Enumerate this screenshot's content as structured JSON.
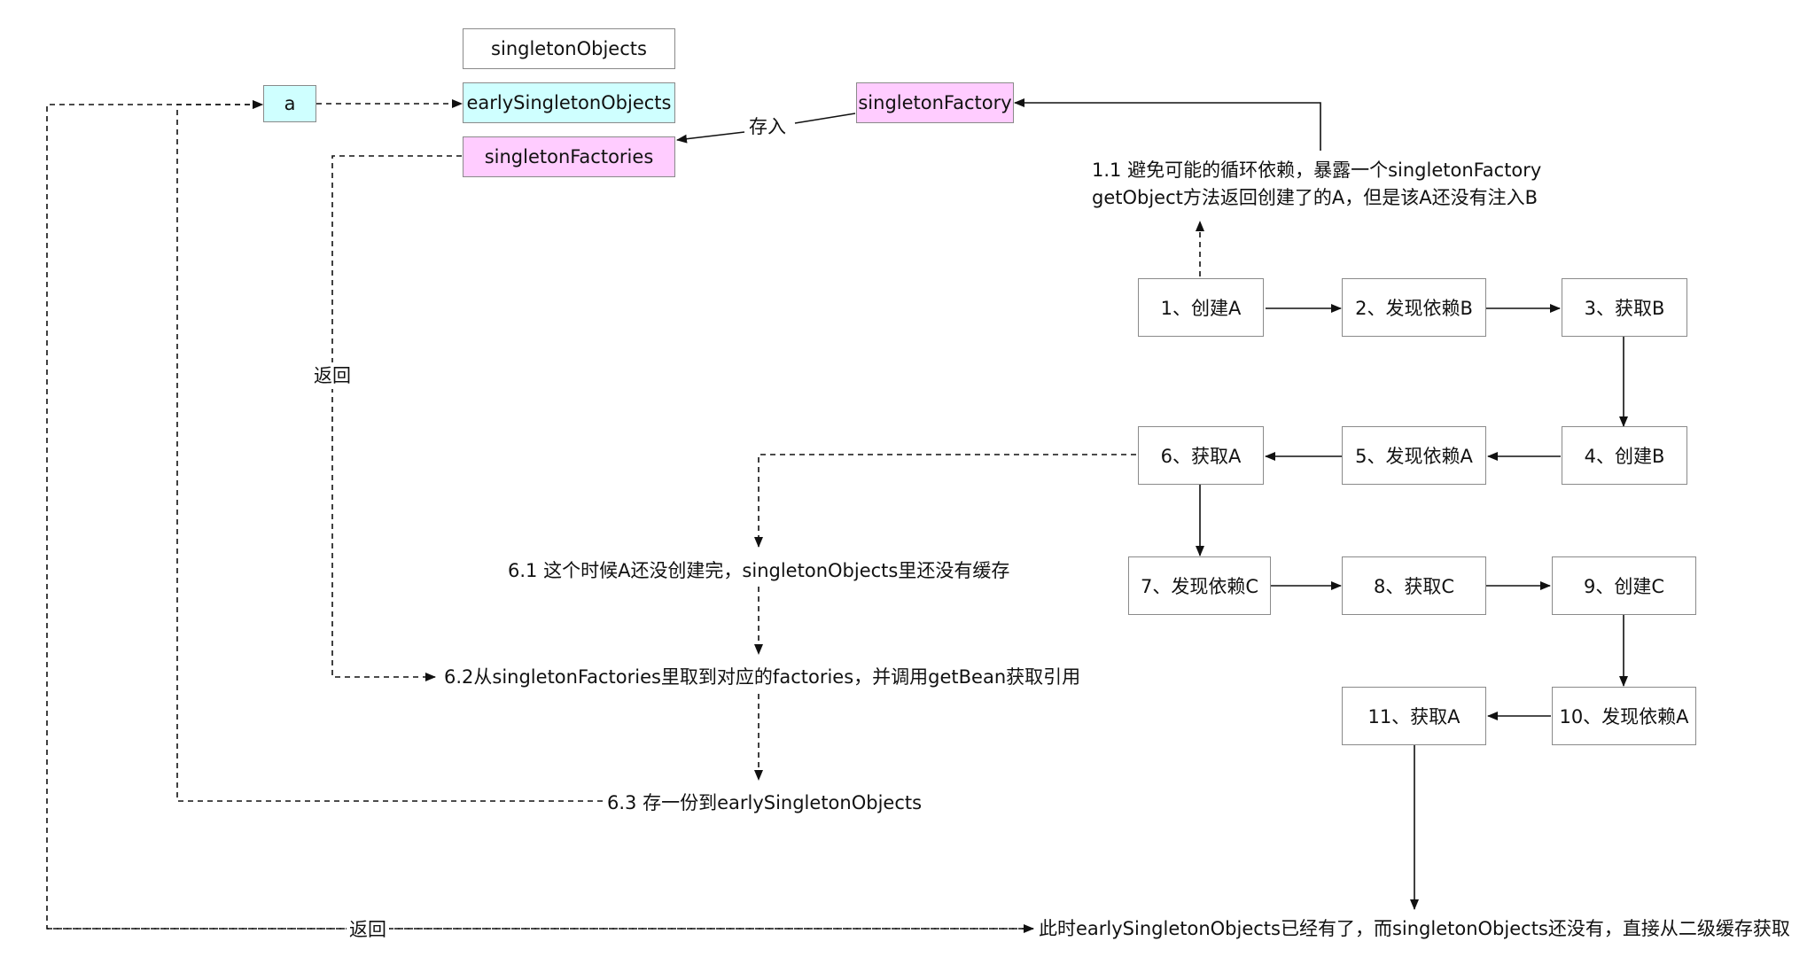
{
  "cache": {
    "singleton_objects": "singletonObjects",
    "early_singleton_objects": "earlySingletonObjects",
    "singleton_factories": "singletonFactories",
    "object_a": "a",
    "singleton_factory": "singletonFactory"
  },
  "labels": {
    "store_in": "存入",
    "return_1": "返回",
    "return_2": "返回"
  },
  "notes": {
    "n1_1_line1": "1.1 避免可能的循环依赖，暴露一个singletonFactory",
    "n1_1_line2": "getObject方法返回创建了的A，但是该A还没有注入B",
    "n6_1": "6.1 这个时候A还没创建完，singletonObjects里还没有缓存",
    "n6_2": "6.2从singletonFactories里取到对应的factories，并调用getBean获取引用",
    "n6_3": "6.3 存一份到earlySingletonObjects",
    "final": "此时earlySingletonObjects已经有了，而singletonObjects还没有，直接从二级缓存获取"
  },
  "steps": {
    "s1": "1、创建A",
    "s2": "2、发现依赖B",
    "s3": "3、获取B",
    "s4": "4、创建B",
    "s5": "5、发现依赖A",
    "s6": "6、获取A",
    "s7": "7、发现依赖C",
    "s8": "8、获取C",
    "s9": "9、创建C",
    "s10": "10、发现依赖A",
    "s11": "11、获取A"
  },
  "colors": {
    "early_cache_fill": "#cfffff",
    "factory_fill": "#ffccff",
    "box_border": "#8a8a8a",
    "edge": "#111111"
  }
}
